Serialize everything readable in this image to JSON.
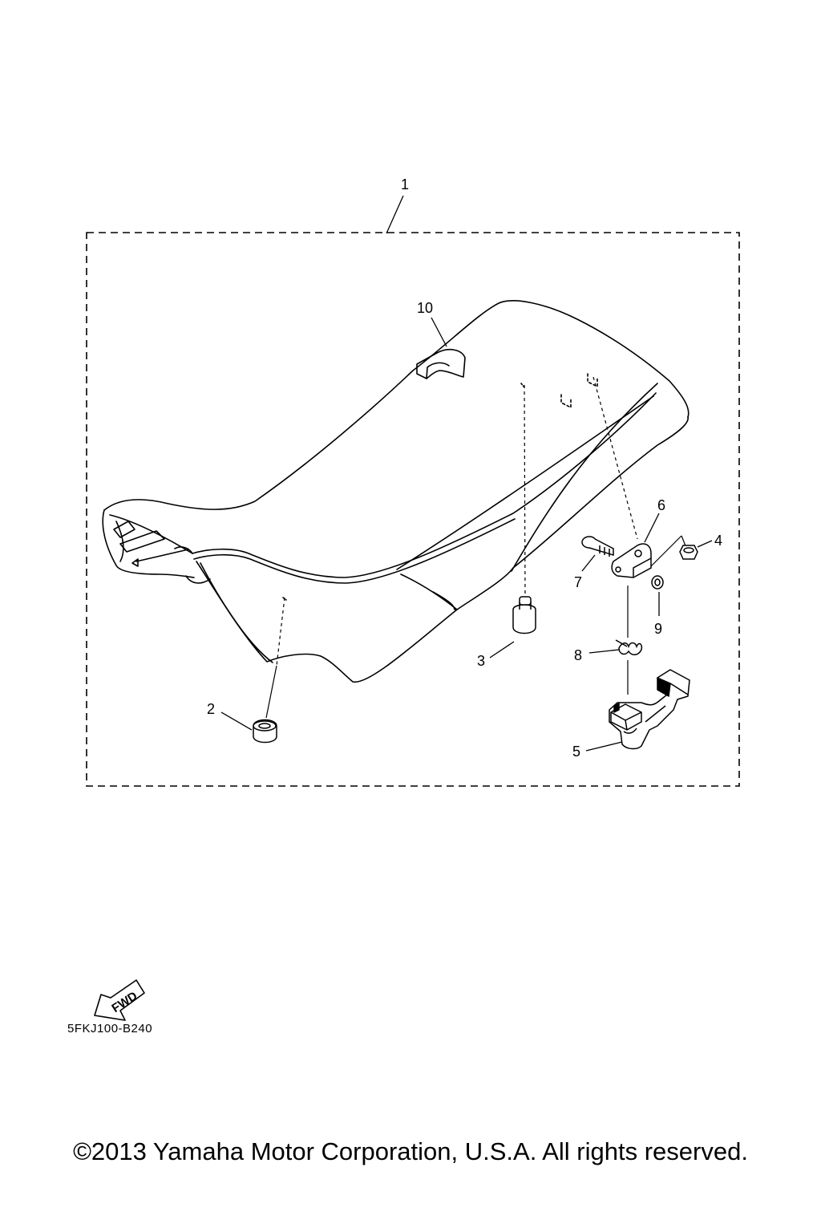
{
  "callouts": {
    "p1": "1",
    "p2": "2",
    "p3": "3",
    "p4": "4",
    "p5": "5",
    "p6": "6",
    "p7": "7",
    "p8": "8",
    "p9": "9",
    "p10": "10"
  },
  "fwd_label": "FWD",
  "diagram_code": "5FKJ100-B240",
  "copyright": "©2013 Yamaha Motor Corporation, U.S.A. All rights reserved."
}
